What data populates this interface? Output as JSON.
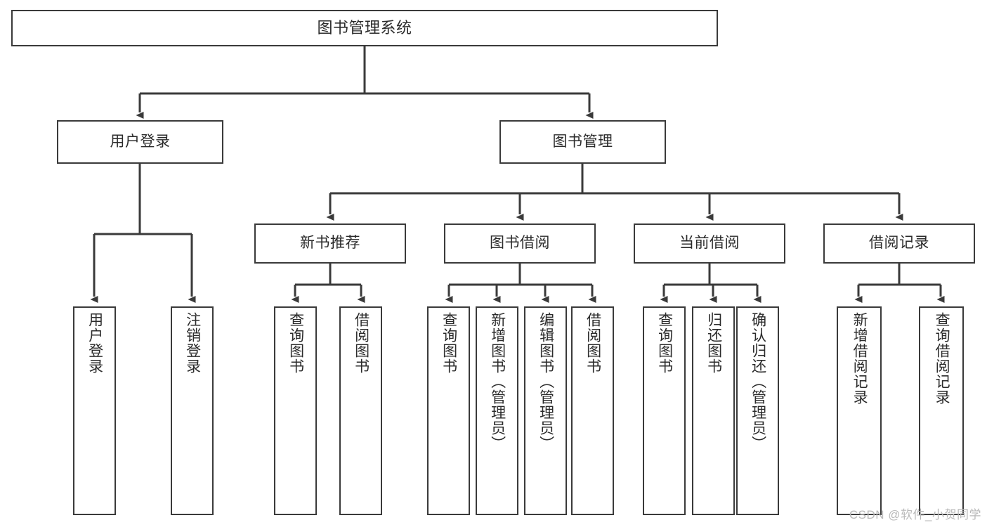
{
  "diagram": {
    "title": "图书管理系统",
    "type": "hierarchy-tree",
    "watermark": "CSDN @软件_小贺同学",
    "colors": {
      "stroke": "#3a3a3a",
      "fill": "#ffffff",
      "text": "#2b2b2b",
      "watermark": "#b9b9b9"
    },
    "nodes": {
      "root": {
        "label": "图书管理系统"
      },
      "level2": [
        {
          "id": "user-login",
          "label": "用户登录"
        },
        {
          "id": "book-manage",
          "label": "图书管理"
        }
      ],
      "level3": [
        {
          "id": "new-book-recommend",
          "label": "新书推荐"
        },
        {
          "id": "book-borrow",
          "label": "图书借阅"
        },
        {
          "id": "current-borrow",
          "label": "当前借阅"
        },
        {
          "id": "borrow-record",
          "label": "借阅记录"
        }
      ],
      "leaves": [
        {
          "id": "leaf-user-login",
          "label": "用户登录",
          "parent": "user-login"
        },
        {
          "id": "leaf-user-logout",
          "label": "注销登录",
          "parent": "user-login"
        },
        {
          "id": "leaf-query-book-1",
          "label": "查询图书",
          "parent": "new-book-recommend"
        },
        {
          "id": "leaf-borrow-book-1",
          "label": "借阅图书",
          "parent": "new-book-recommend"
        },
        {
          "id": "leaf-query-book-2",
          "label": "查询图书",
          "parent": "book-borrow"
        },
        {
          "id": "leaf-add-book",
          "label": "新增图书（管理员）",
          "parent": "book-borrow"
        },
        {
          "id": "leaf-edit-book",
          "label": "编辑图书（管理员）",
          "parent": "book-borrow"
        },
        {
          "id": "leaf-borrow-book-2",
          "label": "借阅图书",
          "parent": "book-borrow"
        },
        {
          "id": "leaf-query-book-3",
          "label": "查询图书",
          "parent": "current-borrow"
        },
        {
          "id": "leaf-return-book",
          "label": "归还图书",
          "parent": "current-borrow"
        },
        {
          "id": "leaf-confirm-return",
          "label": "确认归还（管理员）",
          "parent": "current-borrow"
        },
        {
          "id": "leaf-add-record",
          "label": "新增借阅记录",
          "parent": "borrow-record"
        },
        {
          "id": "leaf-query-record",
          "label": "查询借阅记录",
          "parent": "borrow-record"
        }
      ]
    }
  }
}
